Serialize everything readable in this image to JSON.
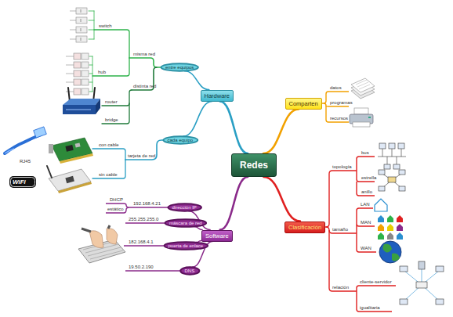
{
  "diagram": {
    "nodes": [
      {
        "text": [
          "Redes"
        ]
      },
      {
        "text": [
          "Hardware"
        ]
      },
      {
        "text": [
          "Comparten"
        ]
      },
      {
        "text": [
          "Clasificación"
        ]
      },
      {
        "text": [
          "Software"
        ]
      },
      {
        "text": [
          "entre equipos"
        ]
      },
      {
        "text": [
          "cada equipo"
        ]
      },
      {
        "text": [
          "dirección IP"
        ]
      },
      {
        "text": [
          "máscara de red"
        ]
      },
      {
        "text": [
          "puerta de enlace"
        ]
      },
      {
        "text": [
          "DNS"
        ]
      }
    ],
    "edges": [
      {
        "from": 0,
        "to": 1,
        "arrow": "none"
      },
      {
        "from": 0,
        "to": 2,
        "arrow": "none"
      },
      {
        "from": 0,
        "to": 3,
        "arrow": "none"
      },
      {
        "from": 0,
        "to": 4,
        "arrow": "none"
      },
      {
        "from": 1,
        "to": 5,
        "arrow": "none"
      },
      {
        "from": 1,
        "to": 6,
        "arrow": "none"
      },
      {
        "from": 4,
        "to": 7,
        "arrow": "none"
      },
      {
        "from": 4,
        "to": 8,
        "arrow": "none"
      },
      {
        "from": 4,
        "to": 9,
        "arrow": "none"
      },
      {
        "from": 4,
        "to": 10,
        "arrow": "none"
      }
    ],
    "labels": [
      "switch",
      "hub",
      "misma red",
      "router",
      "bridge",
      "distinta red",
      "con cable",
      "sin cable",
      "tarjeta de red",
      "RJ45",
      "WiFi",
      "datos",
      "programas",
      "recursos",
      "bus",
      "estrella",
      "anillo",
      "topología",
      "LAN",
      "MAN",
      "WAN",
      "tamaño",
      "cliente-servidor",
      "igualitaria",
      "relación",
      "DHCP",
      "estático",
      "192.168.4.21",
      "255.255.255.0",
      "182.168.4.1",
      "19.50.2.190"
    ]
  }
}
